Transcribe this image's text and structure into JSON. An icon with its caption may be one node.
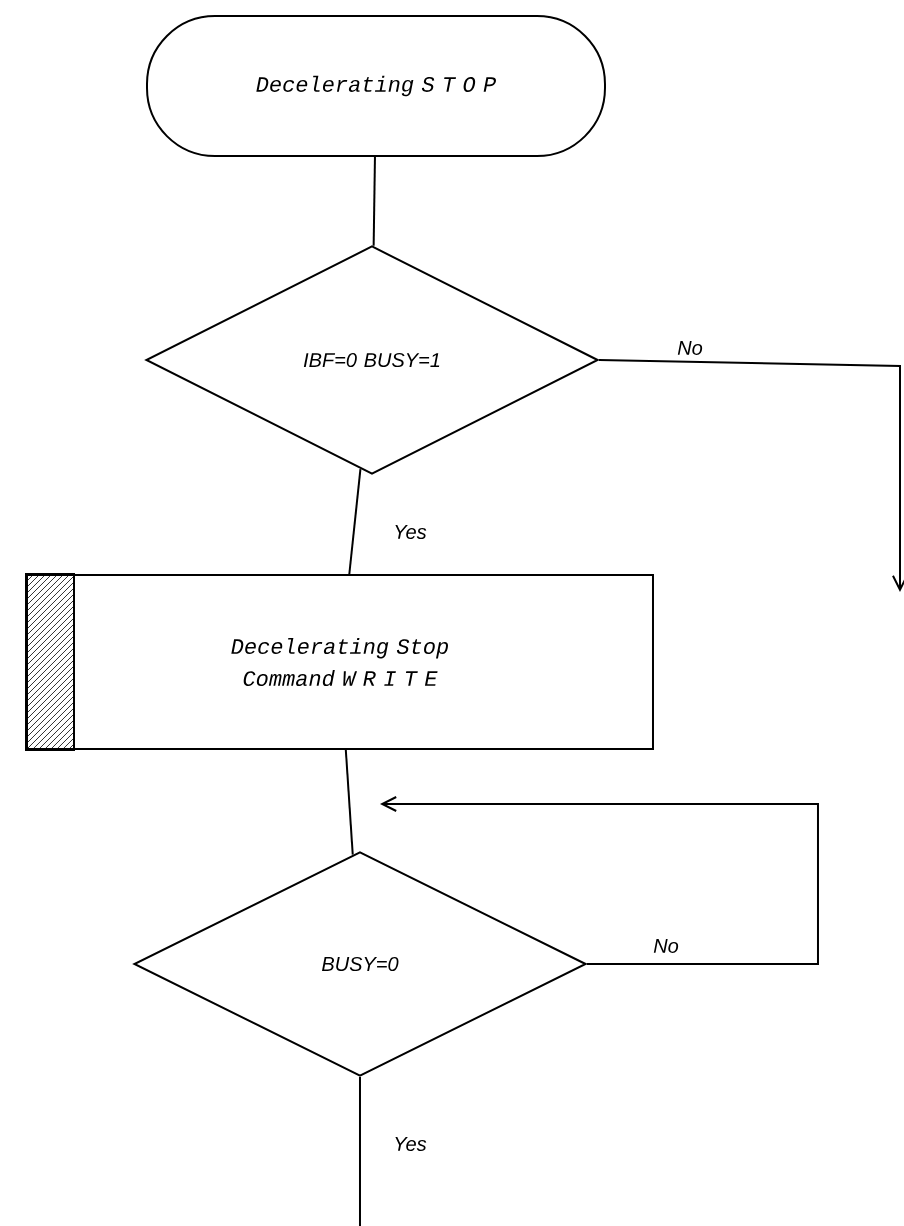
{
  "diagram": {
    "nodes": [
      {
        "text": [
          "Decelerating S T O P"
        ]
      },
      {
        "text": [
          "IBF=0 BUSY=1"
        ]
      },
      {
        "text": [
          "Decelerating Stop Command W R I T E"
        ]
      },
      {
        "text": [
          "BUSY=0"
        ]
      }
    ],
    "edges": [
      {
        "from": 0,
        "to": 1,
        "arrow": "none"
      },
      {
        "from": 1,
        "to": null,
        "arrow": "to",
        "label": "No"
      },
      {
        "from": 1,
        "to": 2,
        "arrow": "none",
        "label": "Yes"
      },
      {
        "from": 2,
        "to": 3,
        "arrow": "none"
      },
      {
        "from": 3,
        "to": 3,
        "arrow": "to",
        "label": "No"
      },
      {
        "from": 3,
        "to": null,
        "arrow": "none",
        "label": "Yes"
      }
    ]
  }
}
